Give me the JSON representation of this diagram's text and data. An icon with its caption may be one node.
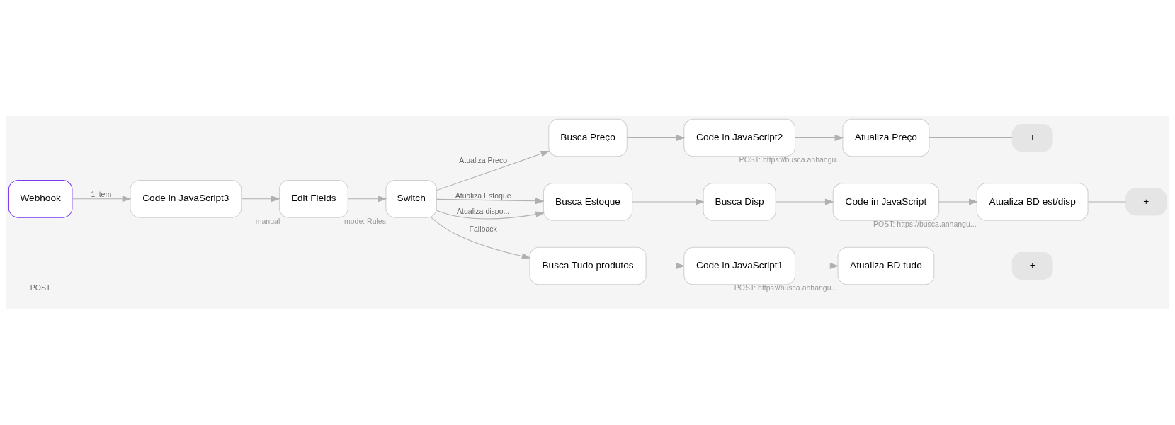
{
  "diagram": {
    "nodes": [
      {
        "text": [
          "Webhook"
        ]
      },
      {
        "text": [
          "Code in JavaScript3"
        ]
      },
      {
        "text": [
          "Edit Fields"
        ],
        "beside": [
          "manual"
        ]
      },
      {
        "text": [
          "Switch"
        ],
        "beside": [
          "mode: Rules"
        ]
      },
      {
        "text": [
          "Busca Preço"
        ]
      },
      {
        "text": [
          "Code in JavaScript2"
        ]
      },
      {
        "text": [
          "Atualiza Preço"
        ],
        "beside": [
          "POST: https://busca.anhangu..."
        ]
      },
      {
        "text": [
          "Busca Estoque"
        ]
      },
      {
        "text": [
          "Busca Disp"
        ]
      },
      {
        "text": [
          "Code in JavaScript"
        ]
      },
      {
        "text": [
          "Atualiza BD est/disp"
        ],
        "beside": [
          "POST: https://busca.anhangu..."
        ]
      },
      {
        "text": [
          "Busca Tudo produtos"
        ]
      },
      {
        "text": [
          "Code in JavaScript1"
        ]
      },
      {
        "text": [
          "Atualiza BD tudo"
        ],
        "beside": [
          "POST: https://busca.anhangu..."
        ]
      },
      {
        "text": [
          "+"
        ]
      },
      {
        "text": [
          "+"
        ]
      },
      {
        "text": [
          "+"
        ]
      }
    ],
    "edges": [
      {
        "from": 0,
        "to": 1,
        "arrow": "to",
        "label": "1 item"
      },
      {
        "from": 1,
        "to": 2,
        "arrow": "to"
      },
      {
        "from": 2,
        "to": 3,
        "arrow": "to"
      },
      {
        "from": 3,
        "to": 4,
        "arrow": "to",
        "label": "Atualiza Preco"
      },
      {
        "from": 3,
        "to": 7,
        "arrow": "to",
        "label": "Atualiza Estoque"
      },
      {
        "from": 3,
        "to": 7,
        "arrow": "to",
        "label": "Atualiza dispo..."
      },
      {
        "from": 3,
        "to": 11,
        "arrow": "to",
        "label": "Fallback"
      },
      {
        "from": 4,
        "to": 5,
        "arrow": "to"
      },
      {
        "from": 5,
        "to": 6,
        "arrow": "to"
      },
      {
        "from": 7,
        "to": 8,
        "arrow": "to"
      },
      {
        "from": 8,
        "to": 9,
        "arrow": "to"
      },
      {
        "from": 9,
        "to": 10,
        "arrow": "to"
      },
      {
        "from": 11,
        "to": 12,
        "arrow": "to"
      },
      {
        "from": 12,
        "to": 13,
        "arrow": "to"
      },
      {
        "from": 6,
        "to": 14,
        "arrow": "none"
      },
      {
        "from": 10,
        "to": 15,
        "arrow": "none"
      },
      {
        "from": 13,
        "to": 16,
        "arrow": "none"
      }
    ],
    "labels": [
      "POST"
    ]
  }
}
